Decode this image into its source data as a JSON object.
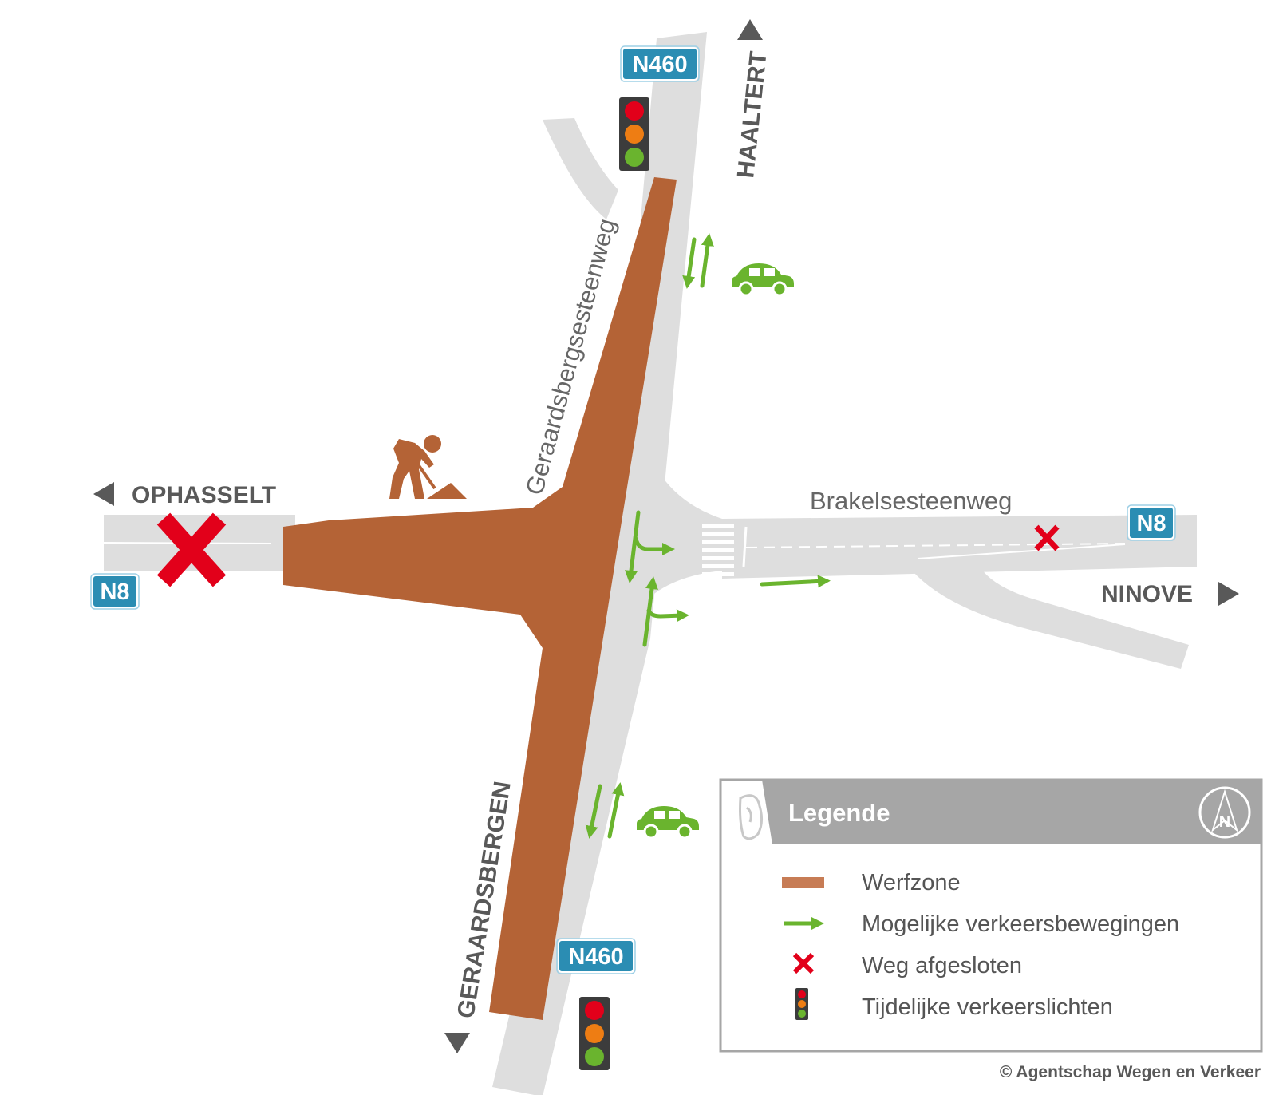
{
  "places": {
    "north": "HAALTERT",
    "west": "OPHASSELT",
    "east": "NINOVE",
    "south": "GERAARDSBERGEN"
  },
  "streets": {
    "diagonal": "Geraardsbergsesteenweg",
    "east": "Brakelsesteenweg"
  },
  "road_numbers": {
    "north": "N460",
    "south": "N460",
    "west": "N8",
    "east": "N8"
  },
  "legend": {
    "title": "Legende",
    "compass": "N",
    "items": [
      {
        "symbol": "werfzone-swatch",
        "label": "Werfzone"
      },
      {
        "symbol": "green-arrow-icon",
        "label": "Mogelijke verkeersbewegingen"
      },
      {
        "symbol": "red-cross-icon",
        "label": "Weg afgesloten"
      },
      {
        "symbol": "traffic-light-icon",
        "label": "Tijdelijke verkeerslichten"
      }
    ]
  },
  "credit": "© Agentschap Wegen en Verkeer",
  "colors": {
    "road": "#dedede",
    "werfzone": "#b46336",
    "green": "#6ab42e",
    "red": "#e2001a",
    "shield": "#2b8db3",
    "legend_header": "#a6a6a6",
    "traffic_light_body": "#3c3c3c"
  }
}
